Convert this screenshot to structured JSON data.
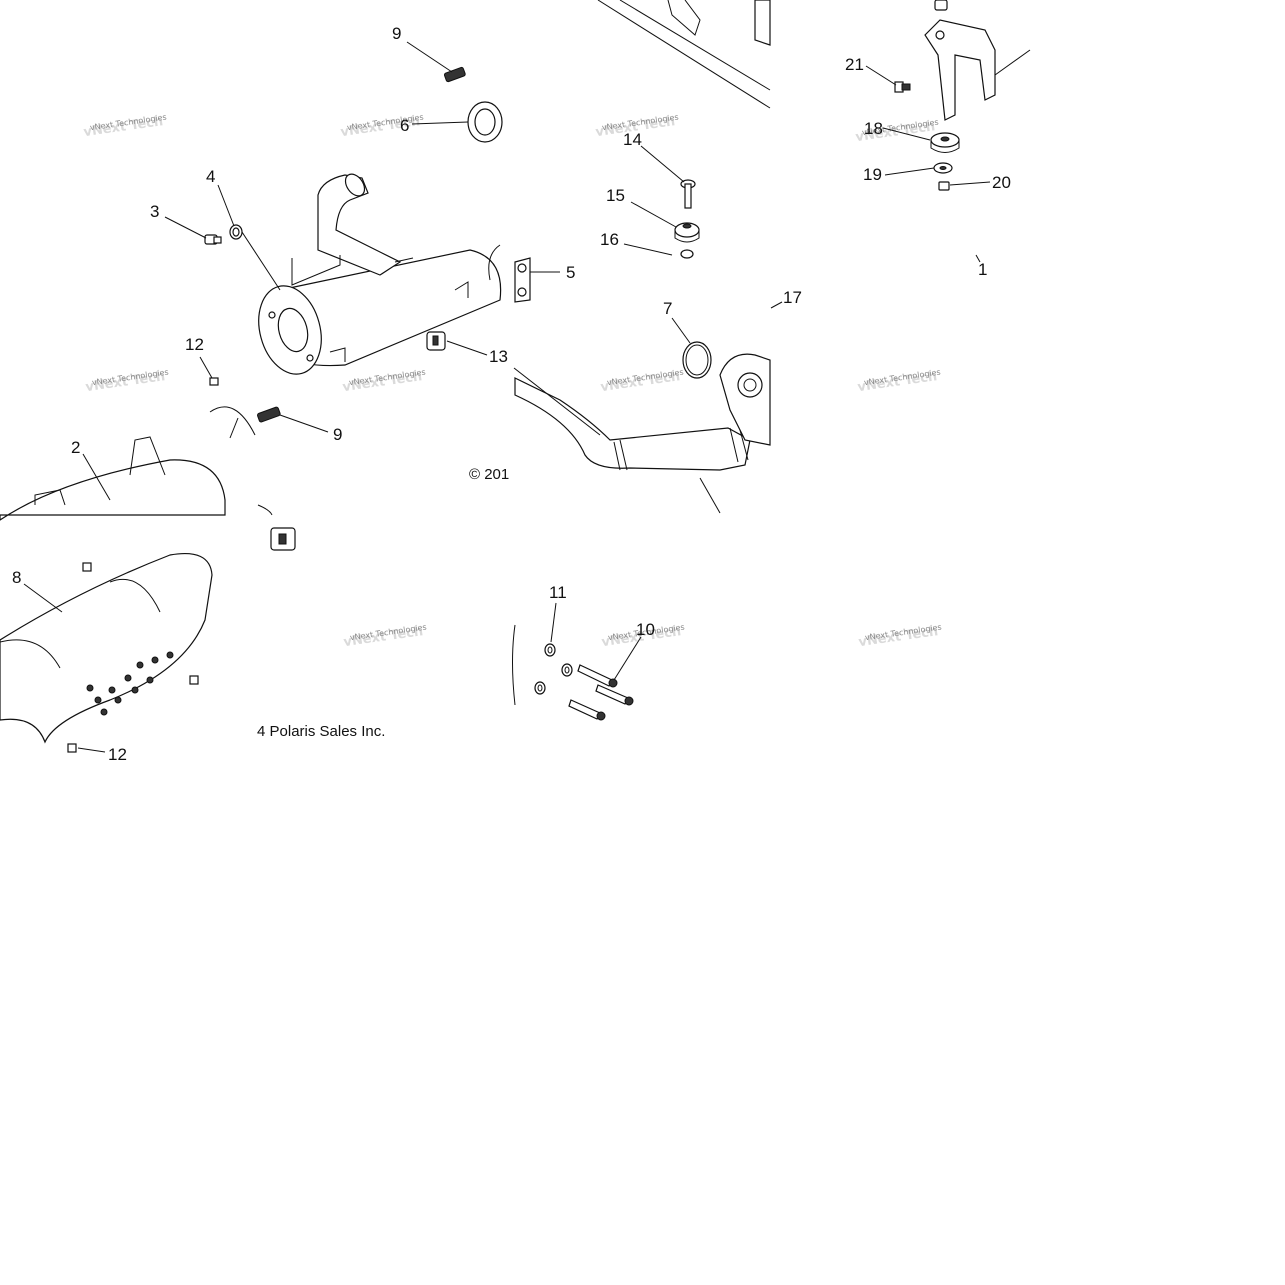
{
  "callouts": [
    {
      "id": "c9a",
      "label": "9"
    },
    {
      "id": "c6",
      "label": "6"
    },
    {
      "id": "c4",
      "label": "4"
    },
    {
      "id": "c3",
      "label": "3"
    },
    {
      "id": "c12a",
      "label": "12"
    },
    {
      "id": "c9b",
      "label": "9"
    },
    {
      "id": "c2",
      "label": "2"
    },
    {
      "id": "c8",
      "label": "8"
    },
    {
      "id": "c12b",
      "label": "12"
    },
    {
      "id": "c5",
      "label": "5"
    },
    {
      "id": "c13",
      "label": "13"
    },
    {
      "id": "c14",
      "label": "14"
    },
    {
      "id": "c15",
      "label": "15"
    },
    {
      "id": "c16",
      "label": "16"
    },
    {
      "id": "c7",
      "label": "7"
    },
    {
      "id": "c17",
      "label": "17"
    },
    {
      "id": "c11",
      "label": "11"
    },
    {
      "id": "c10",
      "label": "10"
    },
    {
      "id": "c21",
      "label": "21"
    },
    {
      "id": "c18",
      "label": "18"
    },
    {
      "id": "c19",
      "label": "19"
    },
    {
      "id": "c20",
      "label": "20"
    },
    {
      "id": "c1",
      "label": "1"
    }
  ],
  "copyright_fragment": "© 201",
  "company_fragment": "4 Polaris Sales Inc.",
  "watermark_text": "vNext Technologies"
}
